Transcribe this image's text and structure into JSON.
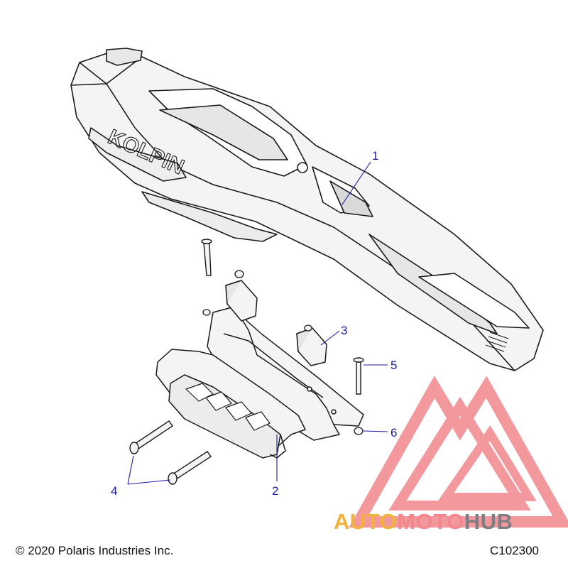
{
  "callouts": [
    {
      "id": "1",
      "label": "1"
    },
    {
      "id": "2",
      "label": "2"
    },
    {
      "id": "3",
      "label": "3"
    },
    {
      "id": "4",
      "label": "4"
    },
    {
      "id": "5",
      "label": "5"
    },
    {
      "id": "6",
      "label": "6"
    }
  ],
  "footer": {
    "copyright": "© 2020 Polaris Industries Inc.",
    "figure_id": "C102300"
  },
  "watermark": {
    "brand_part1": "AUTO",
    "brand_part2": "MOTO",
    "brand_part3": "HUB",
    "colors": {
      "auto": "#f0b23c",
      "moto": "#f2878d",
      "hub": "#7f7f82",
      "logo": "#f2878d"
    }
  },
  "case_label": "KOLPIN",
  "colors": {
    "callout": "#1a1aa6",
    "line": "#1a1a1a"
  }
}
